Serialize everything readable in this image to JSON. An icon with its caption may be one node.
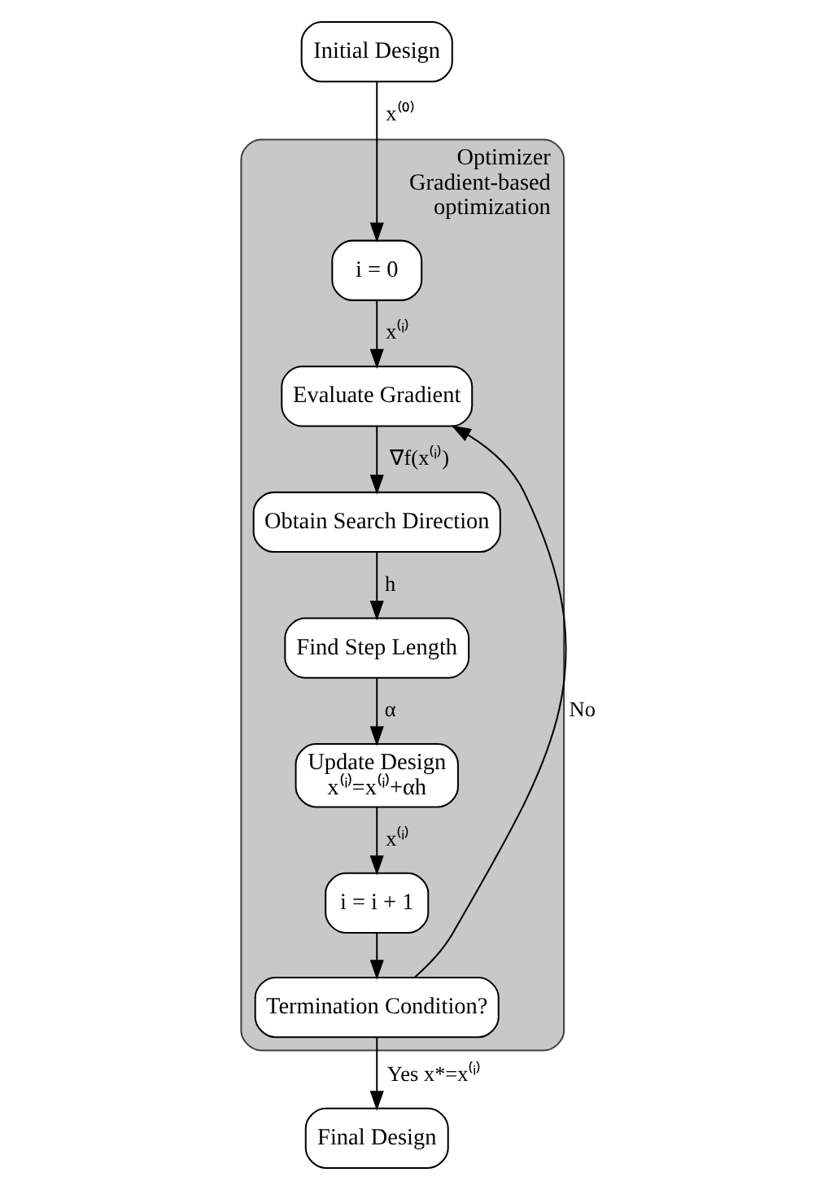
{
  "diagram": {
    "nodes": [
      {
        "text": [
          "Initial Design"
        ]
      },
      {
        "text": [
          "Optimizer",
          "Gradient-based optimization"
        ]
      },
      {
        "text": [
          "i = 0"
        ],
        "in": 1
      },
      {
        "text": [
          "Evaluate Gradient"
        ],
        "in": 1
      },
      {
        "text": [
          "Obtain Search Direction"
        ],
        "in": 1
      },
      {
        "text": [
          "Find Step Length"
        ],
        "in": 1
      },
      {
        "text": [
          "Update Design",
          "x⁽ⁱ⁾=x⁽ⁱ⁾+αh"
        ],
        "in": 1
      },
      {
        "text": [
          "i = i + 1"
        ],
        "in": 1
      },
      {
        "text": [
          "Termination Condition?"
        ],
        "in": 1
      },
      {
        "text": [
          "Final Design"
        ]
      }
    ],
    "edges": [
      {
        "from": 0,
        "to": 2,
        "arrow": "to",
        "label": "x⁽⁰⁾"
      },
      {
        "from": 2,
        "to": 3,
        "arrow": "to",
        "label": "x⁽ⁱ⁾"
      },
      {
        "from": 3,
        "to": 4,
        "arrow": "to",
        "label": "∇f(x⁽ⁱ⁾)"
      },
      {
        "from": 4,
        "to": 5,
        "arrow": "to",
        "label": "h"
      },
      {
        "from": 5,
        "to": 6,
        "arrow": "to",
        "label": "α"
      },
      {
        "from": 6,
        "to": 7,
        "arrow": "to",
        "label": "x⁽ⁱ⁾"
      },
      {
        "from": 7,
        "to": 8,
        "arrow": "to"
      },
      {
        "from": 8,
        "to": 3,
        "arrow": "to",
        "label": "No"
      },
      {
        "from": 8,
        "to": 9,
        "arrow": "to",
        "label": "Yes x*=x⁽ⁱ⁾"
      }
    ]
  }
}
